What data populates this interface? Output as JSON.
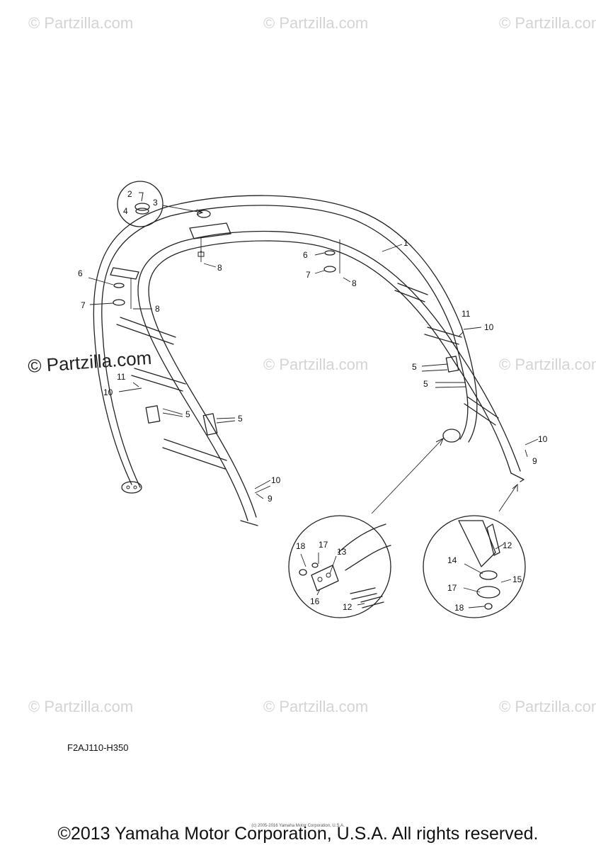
{
  "watermarks": {
    "text": "© Partzilla.com",
    "prominent": "© Partzilla.com"
  },
  "callouts": {
    "c1": "1",
    "c2": "2",
    "c3": "3",
    "c4": "4",
    "c5a": "5",
    "c5b": "5",
    "c5c": "5",
    "c5d": "5",
    "c6a": "6",
    "c6b": "6",
    "c7a": "7",
    "c7b": "7",
    "c8a": "8",
    "c8b": "8",
    "c8c": "8",
    "c9a": "9",
    "c9b": "9",
    "c10a": "10",
    "c10b": "10",
    "c10c": "10",
    "c10d": "10",
    "c11a": "11",
    "c11b": "11",
    "c12a": "12",
    "c12b": "12",
    "c13": "13",
    "c14": "14",
    "c15": "15",
    "c16": "16",
    "c17a": "17",
    "c17b": "17",
    "c18a": "18",
    "c18b": "18"
  },
  "diagram_code": "F2AJ110-H350",
  "small_copyright": "(c) 2005-2016 Yamaha Motor Corporation, U.S.A.",
  "copyright": "©2013 Yamaha Motor Corporation, U.S.A. All rights reserved."
}
